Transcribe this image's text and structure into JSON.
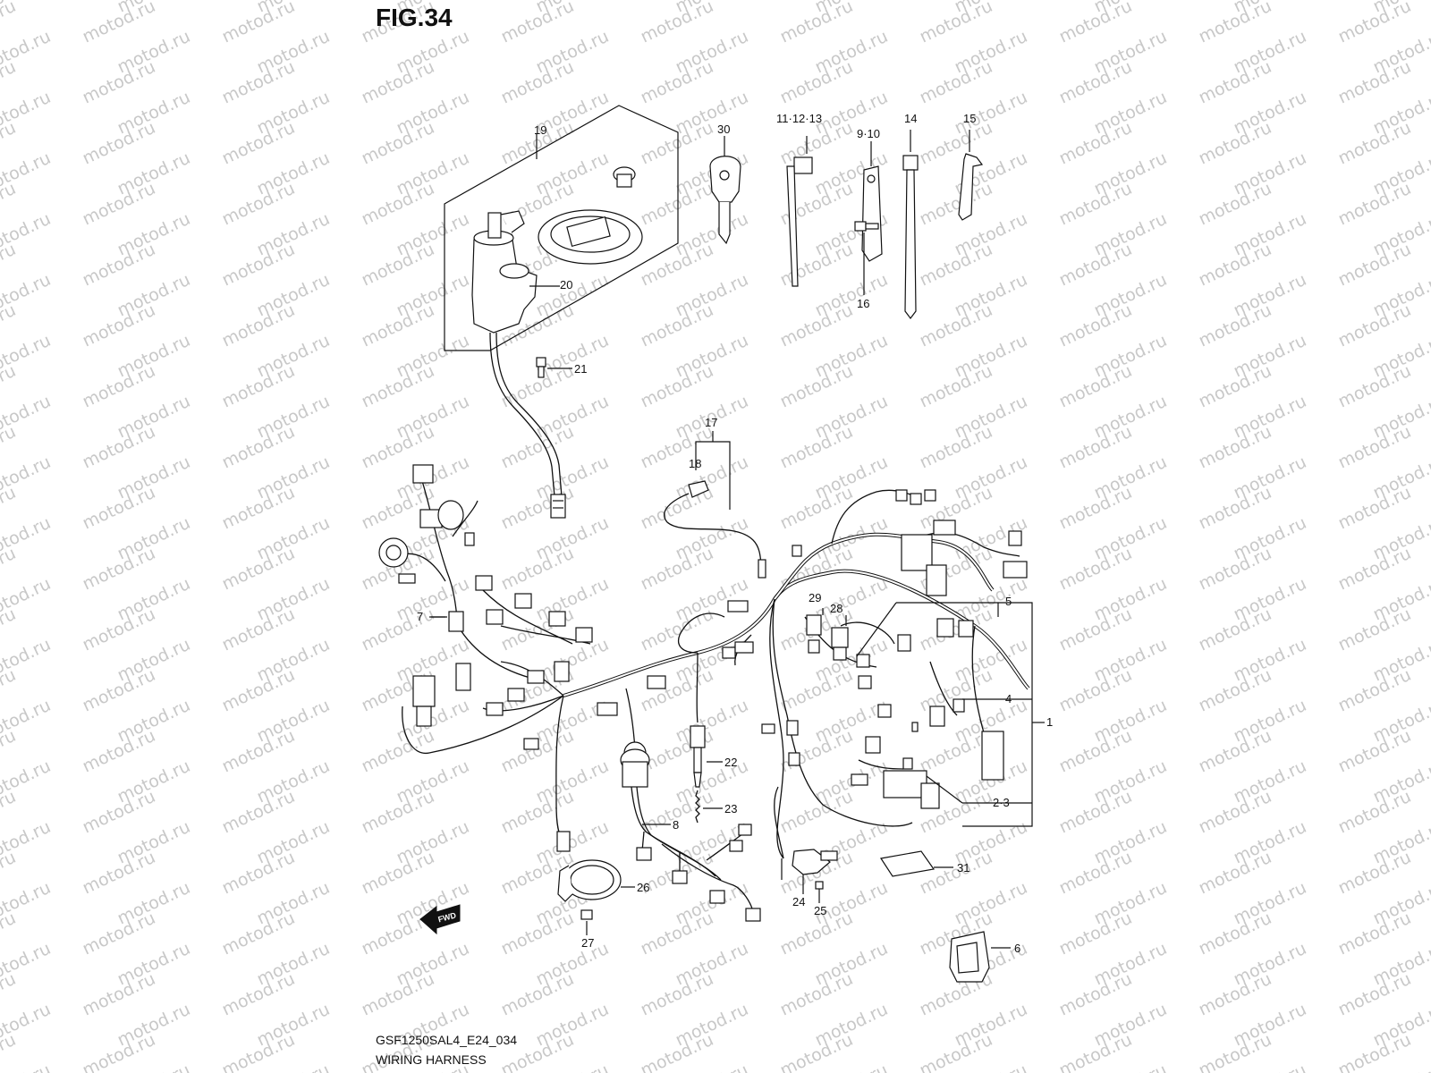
{
  "figure_label": "FIG.34",
  "diagram_code": "GSF1250SAL4_E24_034",
  "diagram_title": "WIRING HARNESS",
  "watermark_text": "motod.ru",
  "callouts": [
    {
      "id": "c19",
      "text": "19"
    },
    {
      "id": "c20",
      "text": "20"
    },
    {
      "id": "c21",
      "text": "21"
    },
    {
      "id": "c30",
      "text": "30"
    },
    {
      "id": "c11",
      "text": "11·12·13"
    },
    {
      "id": "c9",
      "text": "9·10"
    },
    {
      "id": "c14",
      "text": "14"
    },
    {
      "id": "c15",
      "text": "15"
    },
    {
      "id": "c16",
      "text": "16"
    },
    {
      "id": "c17",
      "text": "17"
    },
    {
      "id": "c18",
      "text": "18"
    },
    {
      "id": "c7",
      "text": "7"
    },
    {
      "id": "c29",
      "text": "29"
    },
    {
      "id": "c28",
      "text": "28"
    },
    {
      "id": "c5",
      "text": "5"
    },
    {
      "id": "c4",
      "text": "4"
    },
    {
      "id": "c1",
      "text": "1"
    },
    {
      "id": "c22",
      "text": "22"
    },
    {
      "id": "c23",
      "text": "23"
    },
    {
      "id": "c8",
      "text": "8"
    },
    {
      "id": "c23b",
      "text": "2·3"
    },
    {
      "id": "c31",
      "text": "31"
    },
    {
      "id": "c26",
      "text": "26"
    },
    {
      "id": "c24",
      "text": "24"
    },
    {
      "id": "c25",
      "text": "25"
    },
    {
      "id": "c27",
      "text": "27"
    },
    {
      "id": "c6",
      "text": "6"
    }
  ],
  "fwd_label": "FWD"
}
